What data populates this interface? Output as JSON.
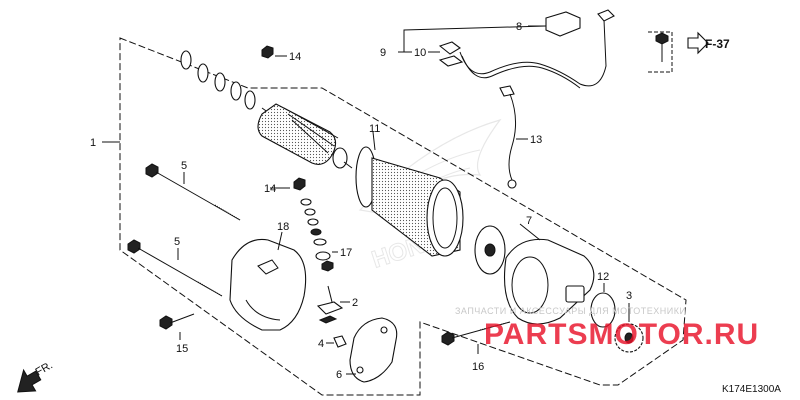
{
  "diagram": {
    "code": "K174E1300A",
    "fwd_label": "FR.",
    "ref_label": "F-37",
    "watermark_text": "ЗАПЧАСТИ И АКСЕССУАРЫ ДЛЯ МОТОТЕХНИКИ",
    "watermark_logo": "PARTSMOTOR.RU",
    "brand_watermark": "HONDA",
    "callouts": [
      "1",
      "2",
      "3",
      "4",
      "5",
      "5",
      "6",
      "7",
      "8",
      "9",
      "10",
      "11",
      "12",
      "13",
      "14",
      "14",
      "15",
      "16",
      "17",
      "18"
    ],
    "colors": {
      "line": "#111111",
      "watermark_red": "#e8132a",
      "watermark_gray": "#c8c8c8"
    }
  }
}
